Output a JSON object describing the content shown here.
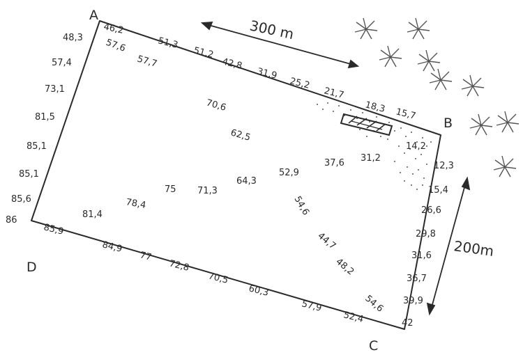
{
  "corners": {
    "a": "A",
    "b": "B",
    "c": "C",
    "d": "D"
  },
  "dimensions": {
    "width": "300 m",
    "height": "200m"
  },
  "top_edge": [
    "46,2",
    "51,3",
    "51,2",
    "42,8",
    "31,9",
    "25,2",
    "21,7",
    "18,3",
    "15,7"
  ],
  "left_edge": [
    "48,3",
    "57,4",
    "73,1",
    "81,5",
    "85,1",
    "85,1",
    "85,6",
    "86"
  ],
  "right_edge": [
    "14,2",
    "12,3",
    "15,4",
    "26,6",
    "29,8",
    "31,6",
    "36,7",
    "39,9",
    "42"
  ],
  "bottom_edge": [
    "85,9",
    "84,9",
    "77",
    "72,8",
    "70,5",
    "60,3",
    "57,9",
    "52,4"
  ],
  "interior": [
    "57,6",
    "57,7",
    "70,6",
    "62,5",
    "75",
    "71,3",
    "64,3",
    "52,9",
    "37,6",
    "31,2",
    "81,4",
    "78,4",
    "54,6",
    "44,7",
    "48,2",
    "54,6"
  ],
  "colors": {
    "ink": "#2a2a2a",
    "stipple": "#555555"
  },
  "icons": [
    "tree-icon",
    "shed-icon"
  ]
}
